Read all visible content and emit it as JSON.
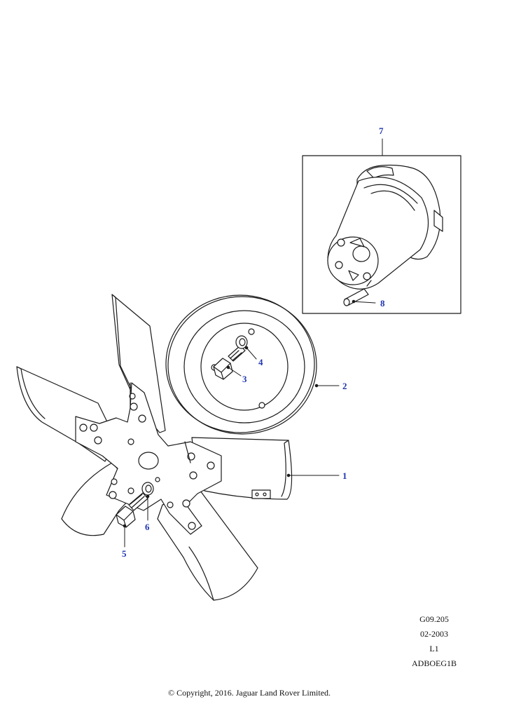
{
  "callouts": {
    "c1": "1",
    "c2": "2",
    "c3": "3",
    "c4": "4",
    "c5": "5",
    "c6": "6",
    "c7": "7",
    "c8": "8"
  },
  "colors": {
    "line": "#1a1a1a",
    "callout_text": "#1f35b0",
    "paper": "#ffffff"
  },
  "meta": {
    "code": "G09.205",
    "date": "02-2003",
    "level": "L1",
    "ref": "ADBOEG1B"
  },
  "copyright": "© Copyright, 2016. Jaguar Land Rover Limited."
}
